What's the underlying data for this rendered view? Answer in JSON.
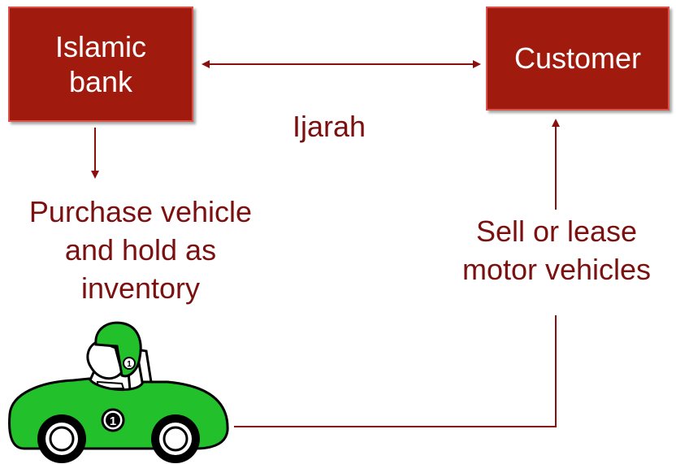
{
  "bank_box": {
    "label": "Islamic\nbank"
  },
  "customer_box": {
    "label": "Customer"
  },
  "ijarah_label": "Ijarah",
  "purchase_label": "Purchase vehicle\nand hold as\ninventory",
  "sell_label": "Sell or lease\nmotor vehicles",
  "car": {
    "number": "1",
    "helmet_number": "1"
  },
  "colors": {
    "box_fill": "#a11a0e",
    "box_border": "#d9534a",
    "text": "#7a1010",
    "connector": "#8a1010",
    "car_body": "#22c02a"
  }
}
